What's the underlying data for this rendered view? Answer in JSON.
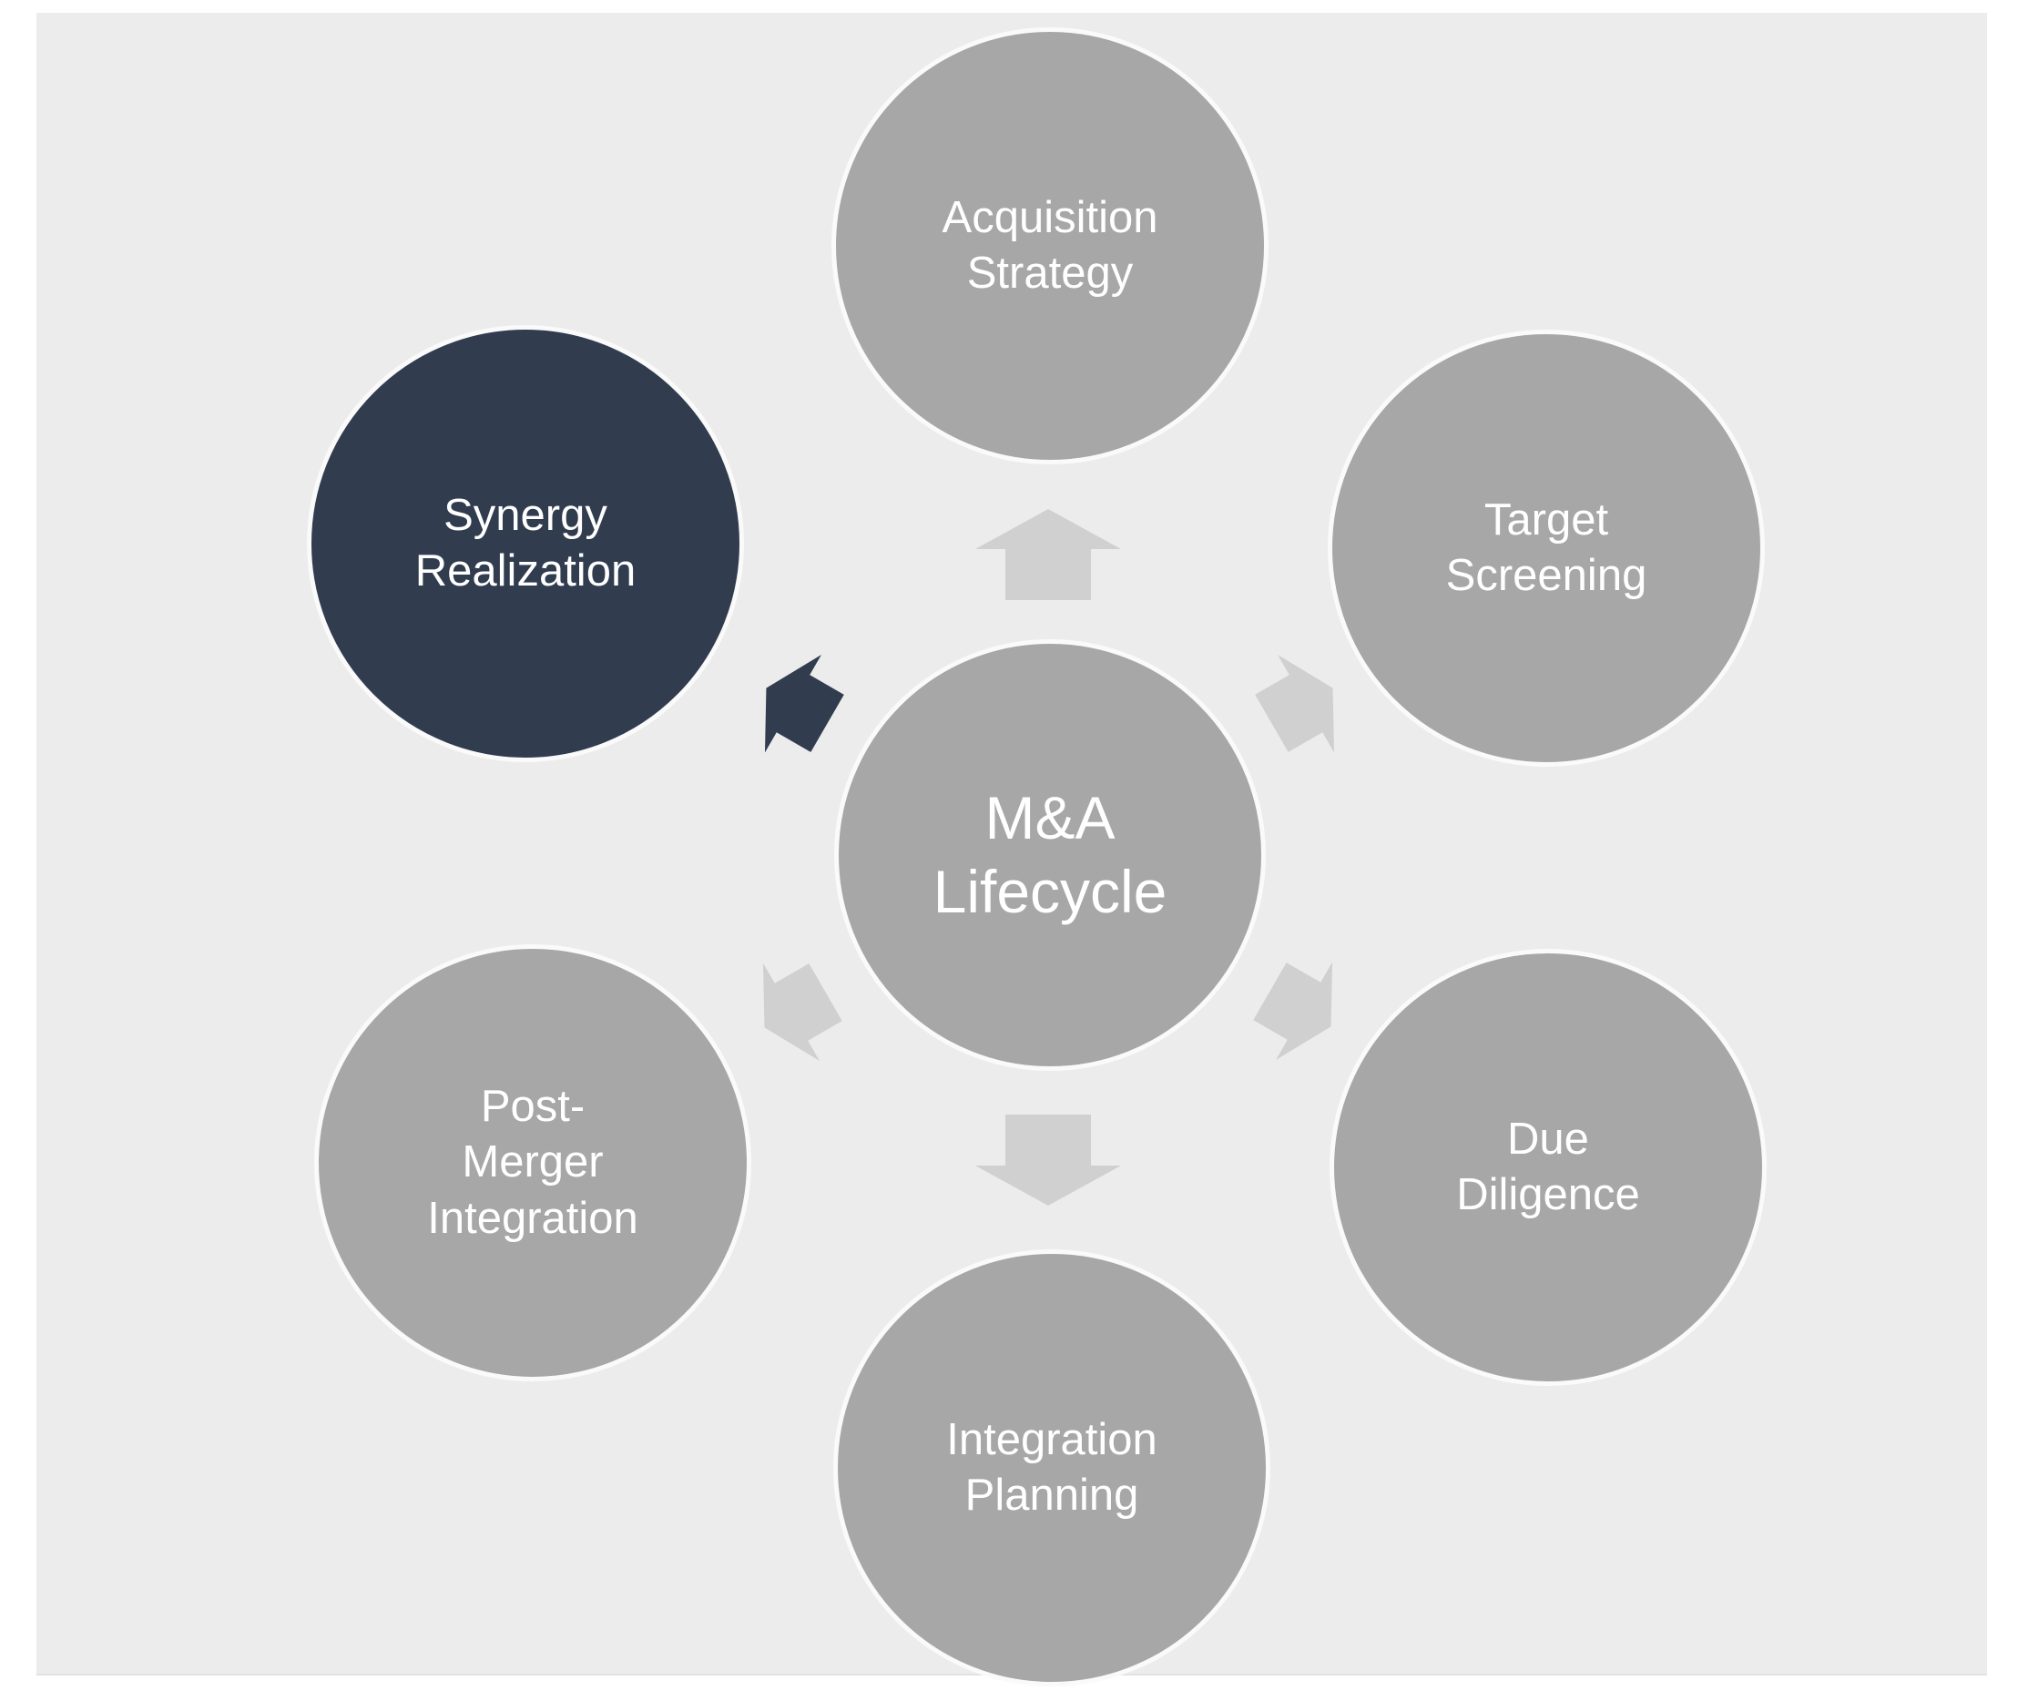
{
  "diagram": {
    "type": "radial-cycle",
    "center_label": "M&A Lifecycle",
    "nodes": [
      {
        "label": "Acquisition Strategy",
        "position": "top",
        "highlighted": false
      },
      {
        "label": "Target Screening",
        "position": "top-right",
        "highlighted": false
      },
      {
        "label": "Due Diligence",
        "position": "bottom-right",
        "highlighted": false
      },
      {
        "label": "Integration Planning",
        "position": "bottom",
        "highlighted": false
      },
      {
        "label": "Post-Merger Integration",
        "position": "bottom-left",
        "highlighted": false
      },
      {
        "label": "Synergy Realization",
        "position": "top-left",
        "highlighted": true
      }
    ],
    "colors": {
      "page_background": "#ffffff",
      "canvas_background": "#ececec",
      "node_fill": "#a7a7a7",
      "highlight_fill": "#313c4f",
      "arrow_fill": "#d0d0d0",
      "highlight_arrow_fill": "#313c4f",
      "node_text": "#ffffff",
      "node_ring": "#fafafa"
    }
  }
}
